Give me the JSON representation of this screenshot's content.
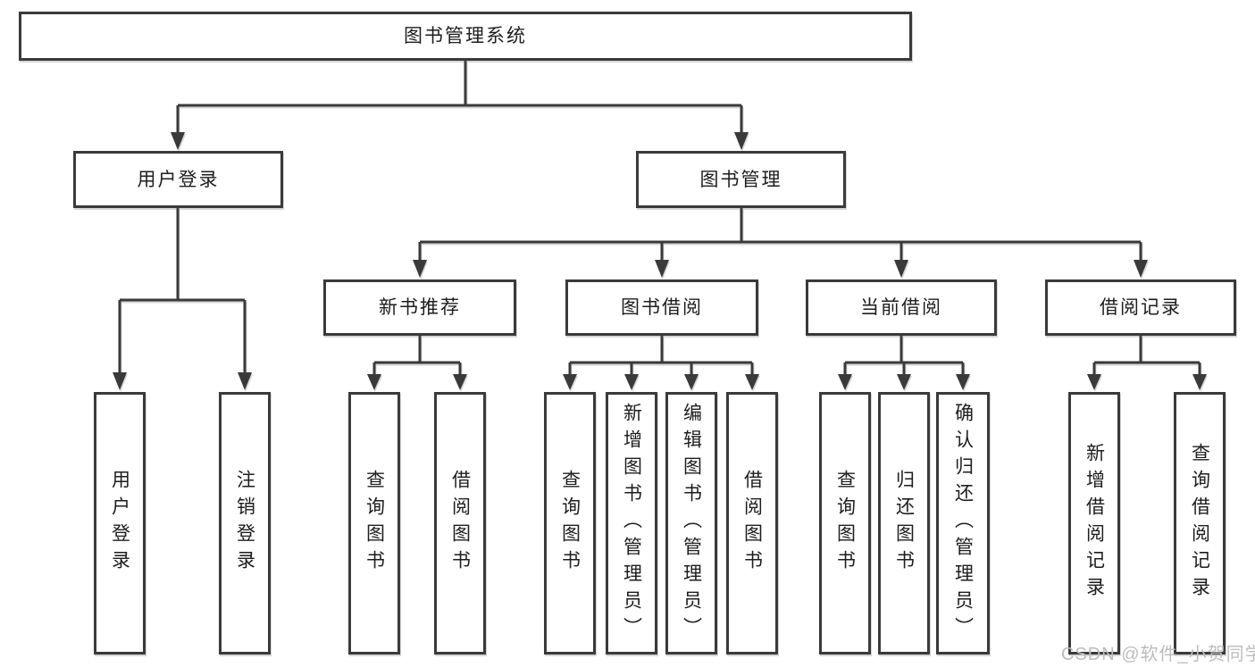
{
  "nodes": {
    "root": "图书管理系统",
    "user_login": "用户登录",
    "book_mgmt": "图书管理",
    "new_books": "新书推荐",
    "book_borrow": "图书借阅",
    "current_borrow": "当前借阅",
    "borrow_records": "借阅记录"
  },
  "leaves": {
    "user_login": [
      "用户登录",
      "注销登录"
    ],
    "new_books": [
      "查询图书",
      "借阅图书"
    ],
    "book_borrow": [
      "查询图书",
      "新增图书（管理员）",
      "编辑图书（管理员）",
      "借阅图书"
    ],
    "current_borrow": [
      "查询图书",
      "归还图书",
      "确认归还（管理员）"
    ],
    "borrow_records": [
      "新增借阅记录",
      "查询借阅记录"
    ]
  },
  "watermark": "CSDN @软件_小贺同学",
  "colors": {
    "line": "#3a3a3a",
    "text": "#1d1d1f",
    "watermark": "#bdbdbd",
    "background": "#ffffff"
  }
}
